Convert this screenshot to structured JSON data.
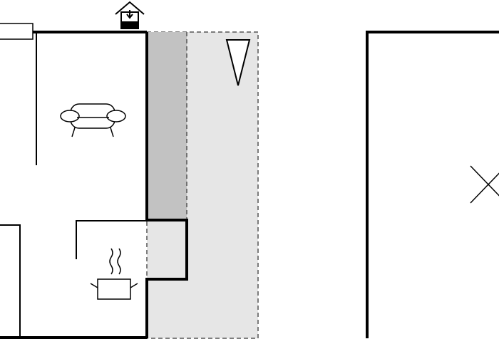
{
  "floorplan": {
    "background": "#ffffff",
    "wall_color": "#000000",
    "terrace_fill": "#e6e6e6",
    "balcony_fill": "#c2c2c2",
    "icons": {
      "entrance": "house-entrance-icon",
      "north_arrow": "north-arrow-icon",
      "living_room": "sofa-icon",
      "kitchen": "cooking-pot-icon",
      "bedroom": "bed-cross-icon",
      "window": "window-icon"
    },
    "rooms": [
      "living-room",
      "kitchen",
      "balcony",
      "terrace",
      "adjacent-room"
    ]
  }
}
